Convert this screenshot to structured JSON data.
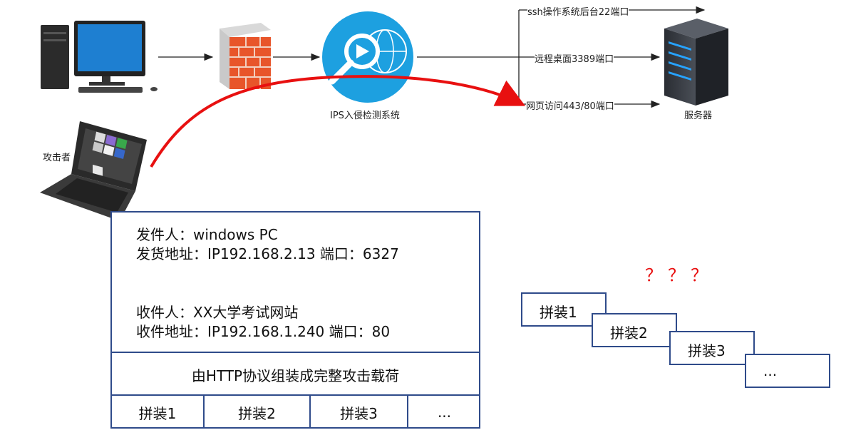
{
  "topology": {
    "ips_label": "IPS入侵检测系统",
    "attacker_label": "攻击者",
    "server_label": "服务器",
    "ports": [
      "ssh操作系统后台22端口",
      "远程桌面3389端口",
      "网页访问443/80端口"
    ]
  },
  "packet": {
    "sender": "发件人：windows PC",
    "sender_addr": "发货地址：IP192.168.2.13 端口：6327",
    "receiver": "收件人：XX大学考试网站",
    "receiver_addr": "收件地址：IP192.168.1.240 端口：80",
    "payload": "由HTTP协议组装成完整攻击载荷",
    "fragments": [
      "拼装1",
      "拼装2",
      "拼装3",
      "..."
    ]
  },
  "fragments_out_of_order": {
    "question": "？？？",
    "items": [
      "拼装1",
      "拼装2",
      "拼装3",
      "..."
    ]
  },
  "colors": {
    "frame": "#2f4b8a",
    "attack_arrow": "#e81010",
    "ips": "#1da0e0",
    "firewall": "#e8552a"
  }
}
